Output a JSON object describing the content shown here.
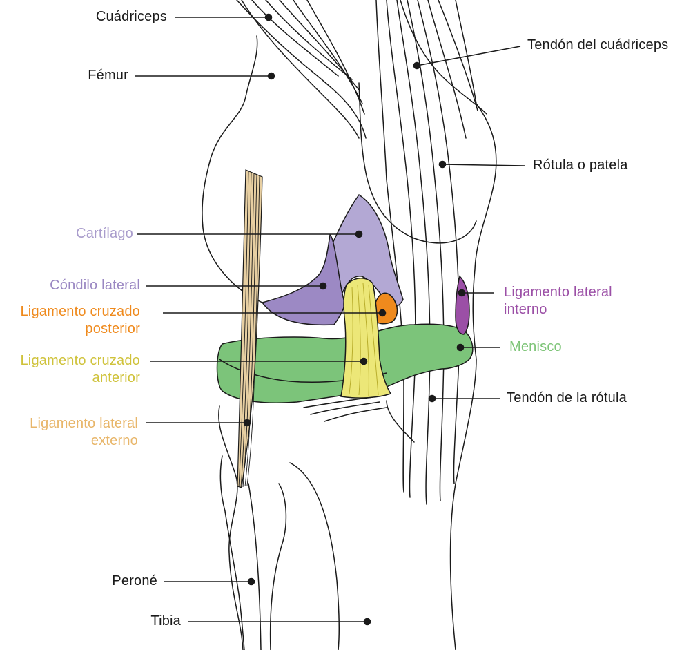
{
  "labels": {
    "cuadriceps": "Cuádriceps",
    "femur": "Fémur",
    "cartilago": "Cartílago",
    "condilo": "Cóndilo lateral",
    "lcp_1": "Ligamento cruzado",
    "lcp_2": "posterior",
    "lca_1": "Ligamento cruzado",
    "lca_2": "anterior",
    "lle_1": "Ligamento lateral",
    "lle_2": "externo",
    "perone": "Peroné",
    "tibia": "Tibia",
    "tendon_cuadriceps": "Tendón del cuádriceps",
    "rotula": "Rótula o patela",
    "lli_1": "Ligamento lateral",
    "lli_2": "interno",
    "menisco": "Menisco",
    "tendon_rotula": "Tendón de la rótula"
  },
  "colors": {
    "black": "#1a1a1a",
    "cartilago": "#a99ccc",
    "condilo": "#9a87c2",
    "lcp": "#ef8a1d",
    "lca": "#cfc23a",
    "lca_fill": "#ece77a",
    "lle": "#e8b66a",
    "lle_fill": "#e5cda0",
    "lli": "#9b4fa6",
    "menisco": "#7dc477",
    "menisco_fill": "#79c57a"
  }
}
